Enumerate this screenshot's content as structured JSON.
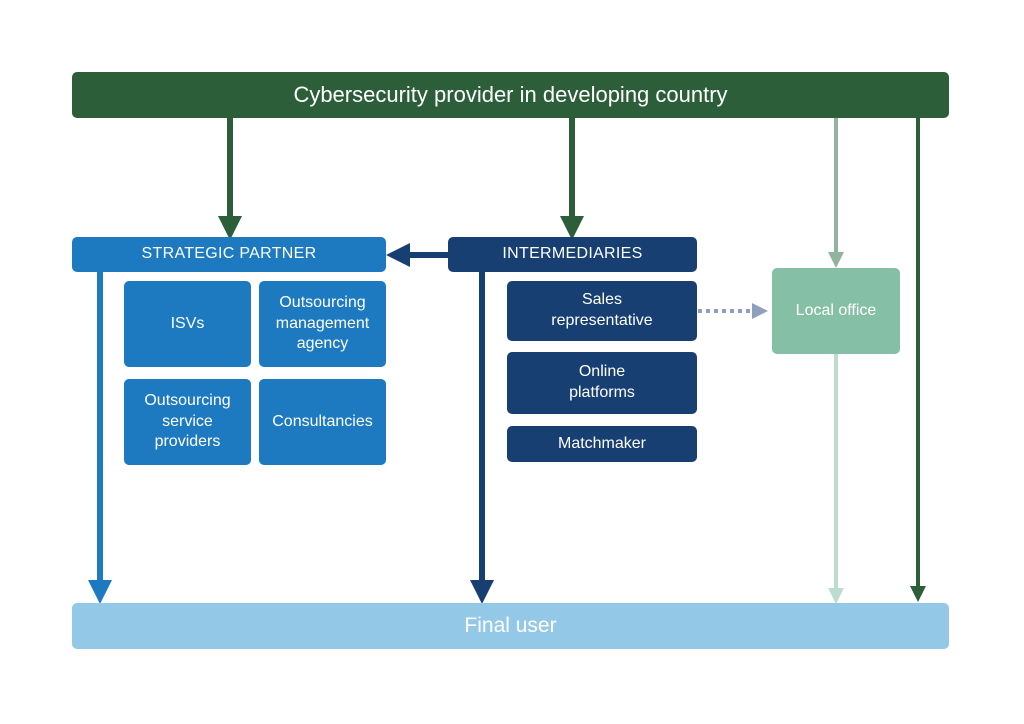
{
  "provider": {
    "label": "Cybersecurity provider in developing country"
  },
  "final_user": {
    "label": "Final user"
  },
  "strategic_partner": {
    "label": "STRATEGIC PARTNER",
    "items": [
      {
        "label": "ISVs"
      },
      {
        "label": "Outsourcing\nmanagement\nagency"
      },
      {
        "label": "Outsourcing\nservice\nproviders"
      },
      {
        "label": "Consultancies"
      }
    ]
  },
  "intermediaries": {
    "label": "INTERMEDIARIES",
    "items": [
      {
        "label": "Sales\nrepresentative"
      },
      {
        "label": "Online\nplatforms"
      },
      {
        "label": "Matchmaker"
      }
    ]
  },
  "local_office": {
    "label": "Local office"
  },
  "colors": {
    "provider_green": "#2d5e3a",
    "strategic_blue": "#1d7ac0",
    "intermediary_navy": "#173f72",
    "local_office_green": "#85bfa6",
    "final_user_blue": "#93c9e6",
    "faded_green": "#93b29f",
    "faded_mint": "#bcdccd",
    "dotted_gray": "#8fa0bd"
  }
}
